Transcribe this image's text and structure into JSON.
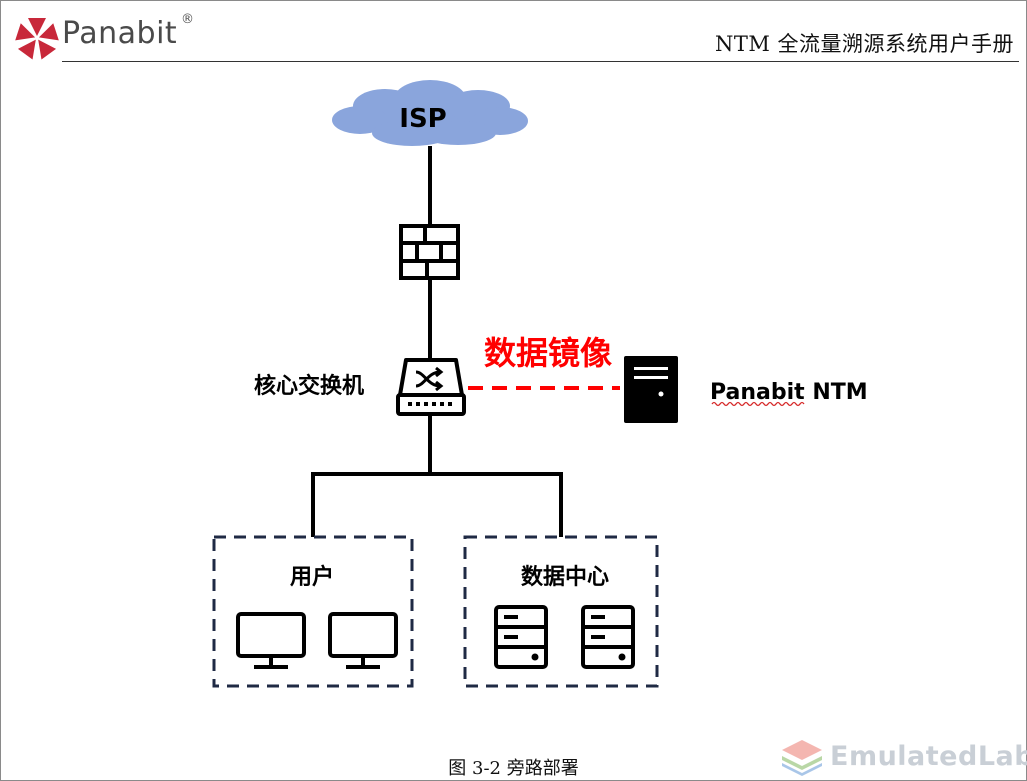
{
  "header": {
    "logo_text": "Panabit",
    "logo_registered": "®",
    "doc_title": "NTM 全流量溯源系统用户手册"
  },
  "diagram": {
    "isp_label": "ISP",
    "core_switch_label": "核心交换机",
    "mirror_label": "数据镜像",
    "ntm_label_brand": "Panabit",
    "ntm_label_product": " NTM",
    "users_group_label": "用户",
    "datacenter_group_label": "数据中心",
    "colors": {
      "cloud": "#8aa5dc",
      "mirror": "#ff0000",
      "line": "#000000",
      "group_border": "#1f2a44"
    }
  },
  "caption": "图 3-2 旁路部署",
  "watermark": "EmulatedLab"
}
